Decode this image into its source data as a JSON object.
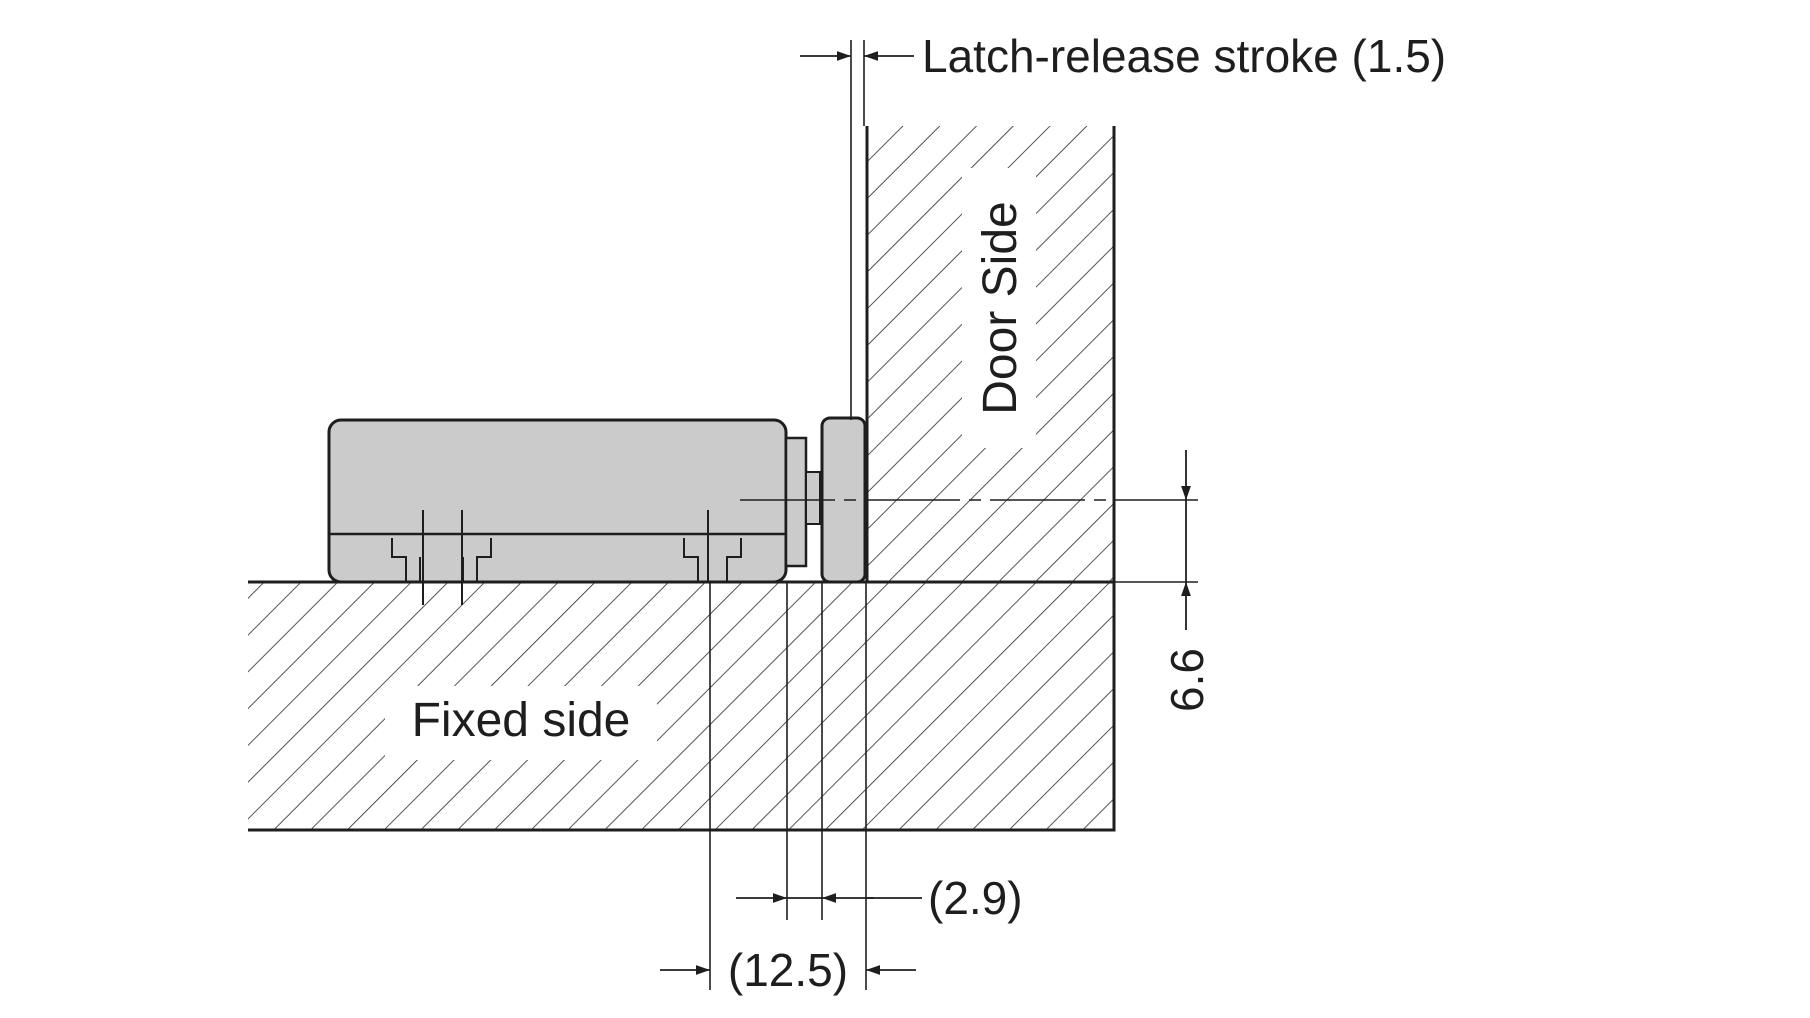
{
  "diagram": {
    "labels": {
      "latch_release_stroke": "Latch-release stroke (1.5)",
      "door_side": "Door Side",
      "fixed_side": "Fixed side",
      "height_dim": "6.6",
      "gap_dim": "(2.9)",
      "depth_dim": "(12.5)"
    },
    "colors": {
      "line": "#1e1e1e",
      "latch_body": "#cbcbcb",
      "background": "#ffffff"
    }
  }
}
